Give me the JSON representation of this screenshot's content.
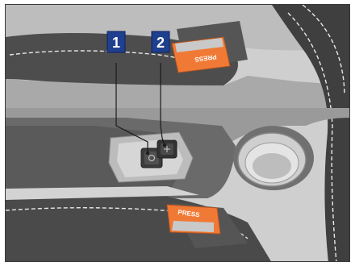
{
  "callouts": [
    {
      "number": "1"
    },
    {
      "number": "2"
    }
  ],
  "buckles": [
    {
      "label": "PRESS"
    },
    {
      "label": "PRESS"
    }
  ],
  "colors": {
    "callout_bg": "#1f3f8f",
    "buckle_orange": "#f07a35",
    "buckle_dark": "#4a4a4a",
    "console_dark": "#5c5c5c",
    "console_light": "#b9b9b9",
    "seat_dark": "#444444",
    "stitching": "#e8e8e8"
  }
}
